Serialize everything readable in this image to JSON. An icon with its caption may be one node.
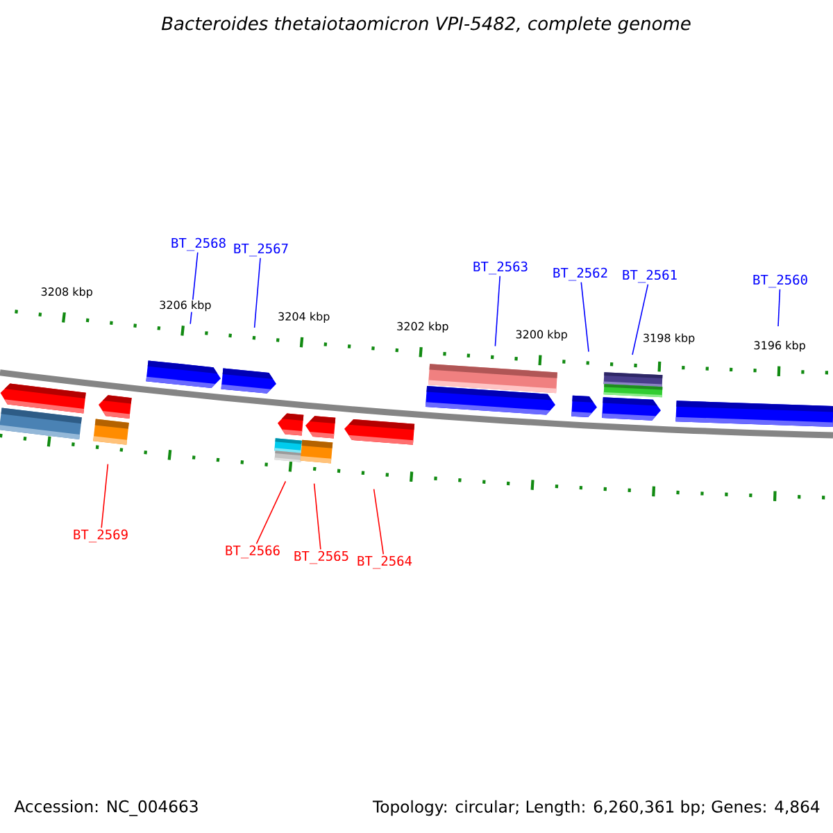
{
  "diagram": {
    "title": "Bacteroides thetaiotaomicron VPI-5482, complete genome",
    "nodes": [
      {
        "text": [
          "BT_2568"
        ]
      },
      {
        "text": [
          "BT_2567"
        ]
      },
      {
        "text": [
          "BT_2563"
        ]
      },
      {
        "text": [
          "BT_2562"
        ]
      },
      {
        "text": [
          "BT_2561"
        ]
      },
      {
        "text": [
          "BT_2560"
        ]
      },
      {
        "text": [
          "BT_2569"
        ]
      },
      {
        "text": [
          "BT_2566"
        ]
      },
      {
        "text": [
          "BT_2565"
        ]
      },
      {
        "text": [
          "BT_2564"
        ]
      }
    ],
    "edges": [
      {
        "from": 0,
        "to": null,
        "arrow": "none"
      },
      {
        "from": 1,
        "to": null,
        "arrow": "none"
      },
      {
        "from": 2,
        "to": null,
        "arrow": "none"
      },
      {
        "from": 3,
        "to": null,
        "arrow": "none"
      },
      {
        "from": 4,
        "to": null,
        "arrow": "none"
      },
      {
        "from": 5,
        "to": null,
        "arrow": "none"
      },
      {
        "from": 6,
        "to": null,
        "arrow": "none",
        "color": "#ff0000"
      },
      {
        "from": 7,
        "to": null,
        "arrow": "none",
        "color": "#ff0000"
      },
      {
        "from": 8,
        "to": null,
        "arrow": "none",
        "color": "#ff0000"
      },
      {
        "from": 9,
        "to": null,
        "arrow": "none",
        "color": "#ff0000"
      }
    ],
    "labels": [
      "3208 kbp",
      "3206 kbp",
      "3204 kbp",
      "3202 kbp",
      "3200 kbp",
      "3198 kbp",
      "3196 kbp",
      "Accession: NC_004663",
      "Topology: circular; Length: 6,260,361 bp; Genes: 4,864"
    ]
  }
}
